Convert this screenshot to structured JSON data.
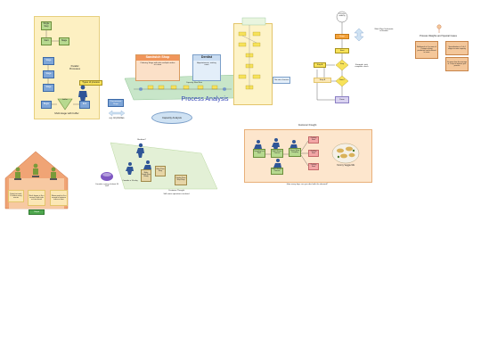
{
  "left_panel": {
    "label_single_step": "Single Step",
    "label_start": "Start",
    "label_stage": "Stage",
    "label_stage_a": "Stage",
    "label_stage_b": "Stage",
    "label_stage_c": "Stage",
    "parallel_processes": "Parallel Processes",
    "types_of_process": "Types of process",
    "label_buffer": "buffer",
    "label_begin": "Begin",
    "label_end": "End",
    "multi_stage_caption": "Multi stage with buffer"
  },
  "sandwich": {
    "sandwich_shop_title": "Sandwich Shop",
    "sandwich_shop_body": "Ordering Stage with take multiple orders at a time",
    "dentist_title": "Dentist",
    "dentist_body": "Appointments, waiting room",
    "process_analysis_title": "Process Analysis",
    "small_caption_center": "Capacity: Flow Rate",
    "procurement_label": "Procurement Stage",
    "procurement_caption": "e.g. lot priorities",
    "capacity_analysis": "Capacity Analysis",
    "side_note": "The rate of service"
  },
  "flowchart": {
    "decision_top": "Decision made by",
    "label_start": "Stage",
    "label_proc1": "Start",
    "label_proc2": "Step",
    "label_step_a": "Step A",
    "label_step_b": "Step B",
    "label_decision_2": "Done?",
    "label_done": "Done",
    "side_note_right": "Work Flow Schematic in Header",
    "examples_note": "Example: task complete check"
  },
  "right_panel": {
    "title": "Process Weights and Special Cases",
    "box_left": "Bottleneck at 4 or more of 8 stages during production can be forced to move",
    "box_right": "Specialization at 1 of 4 stages to raise capacity",
    "box_lower": "Do more than the average at 1 step to improve your process"
  },
  "kitchen": {
    "box_1": "Pretty fast work, 10 orders every minute",
    "box_2": "Much slower at 6x a second, finish take an hour break",
    "box_3": "Slower work at 4x a second in between takes an hour",
    "green_label": "Output"
  },
  "line_flow": {
    "skeleton_label": "Skeleton?",
    "step_1_caption": "Consider a group of about 30 staff",
    "step_2_caption": "Consider a 10x day",
    "box_1": "Make Dough Step Ready",
    "box_2": "Bake Pizza Shop",
    "box_3": "Display Pizza Shop Shop",
    "bottom_caption_1": "Customer Thought",
    "bottom_caption_2": "Still some operations involved"
  },
  "dumplings": {
    "panel_title": "Customer thought",
    "box_start": "Dumpling Line Start",
    "box_mid": "Roll & Steam Process",
    "box_mid2": "Steam Wrap Dumpling",
    "box_e1": "Packing Done",
    "box_e2": "Packing Done",
    "box_e3": "Packing Done",
    "dish_caption": "Yummy Veggie Mix",
    "bottom_caption": "How many days can you deal with the demand?"
  }
}
